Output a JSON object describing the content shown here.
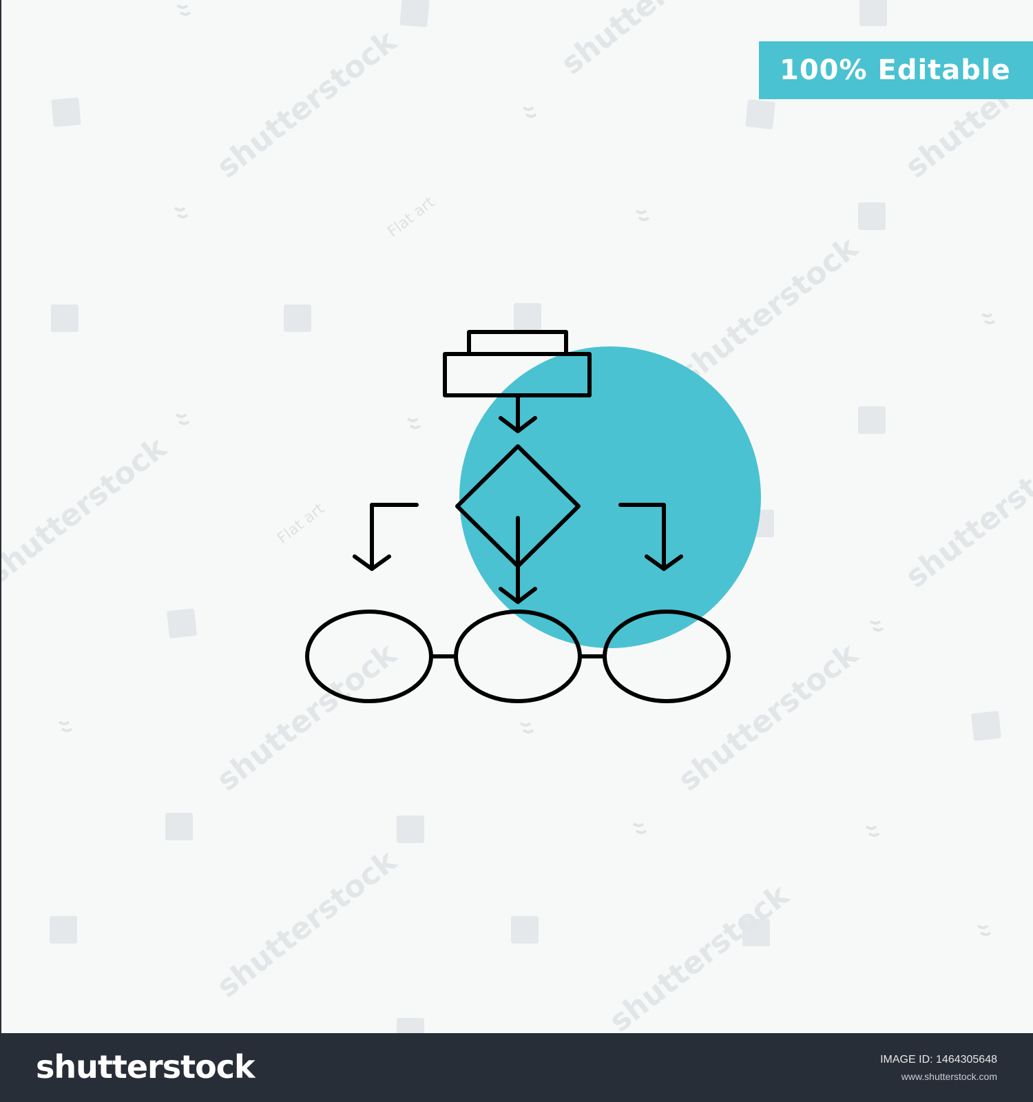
{
  "badge": {
    "text": "100% Editable"
  },
  "colors": {
    "background": "#f7f9f9",
    "accent_circle": "#4ac2d1",
    "badge_bg": "#4ac2d1",
    "icon_stroke": "#000000",
    "footer_bg": "#282e38"
  },
  "icon": {
    "name": "algorithm-flowchart-icon"
  },
  "watermarks": {
    "brand": "shutterstock",
    "tag": "Flat art"
  },
  "footer": {
    "logo": "shutterstock",
    "image_id_label": "IMAGE ID:",
    "image_id": "1464305648",
    "url": "www.shutterstock.com"
  }
}
